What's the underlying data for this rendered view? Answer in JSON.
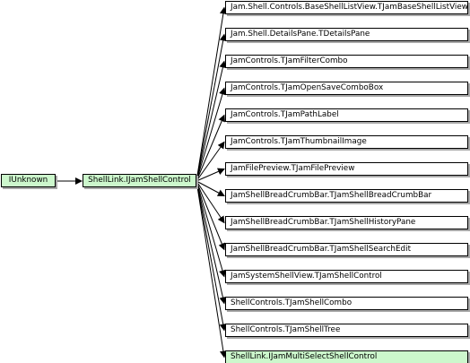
{
  "colors": {
    "highlight_fill": "#ccf7cc",
    "default_fill": "#ffffff",
    "border": "#000000",
    "shadow": "#a8a8a8"
  },
  "root_node": {
    "label": "IUnknown"
  },
  "center_node": {
    "label": "ShellLink.IJamShellControl"
  },
  "targets": [
    {
      "label": "Jam.Shell.Controls.BaseShellListView.TJamBaseShellListView",
      "highlight": false
    },
    {
      "label": "Jam.Shell.DetailsPane.TDetailsPane",
      "highlight": false
    },
    {
      "label": "JamControls.TJamFilterCombo",
      "highlight": false
    },
    {
      "label": "JamControls.TJamOpenSaveComboBox",
      "highlight": false
    },
    {
      "label": "JamControls.TJamPathLabel",
      "highlight": false
    },
    {
      "label": "JamControls.TJamThumbnailImage",
      "highlight": false
    },
    {
      "label": "JamFilePreview.TJamFilePreview",
      "highlight": false
    },
    {
      "label": "JamShellBreadCrumbBar.TJamShellBreadCrumbBar",
      "highlight": false
    },
    {
      "label": "JamShellBreadCrumbBar.TJamShellHistoryPane",
      "highlight": false
    },
    {
      "label": "JamShellBreadCrumbBar.TJamShellSearchEdit",
      "highlight": false
    },
    {
      "label": "JamSystemShellView.TJamShellControl",
      "highlight": false
    },
    {
      "label": "ShellControls.TJamShellCombo",
      "highlight": false
    },
    {
      "label": "ShellControls.TJamShellTree",
      "highlight": false
    },
    {
      "label": "ShellLink.IJamMultiSelectShellControl",
      "highlight": true
    }
  ]
}
